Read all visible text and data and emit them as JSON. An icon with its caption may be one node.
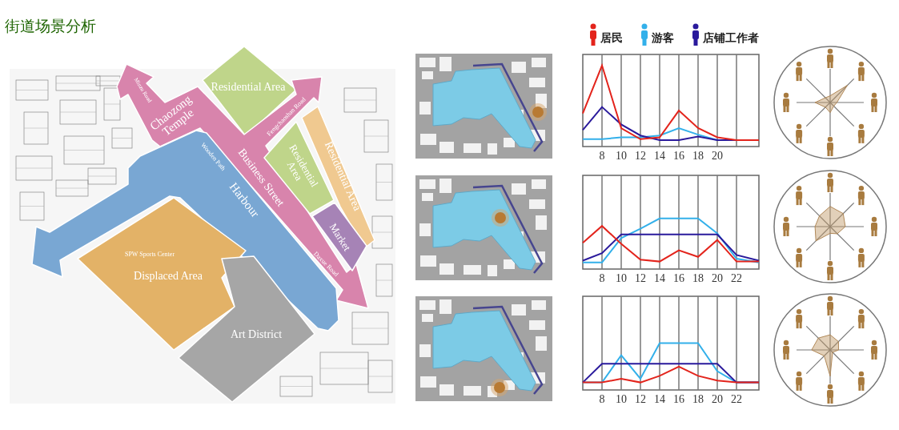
{
  "diagram": {
    "title": "街道场景分析",
    "nodes": [
      {
        "text": [
          "Residential Area"
        ]
      },
      {
        "text": [
          "Chaozong Temple",
          "Minzu Road",
          "Fengchaoshan Road",
          "Business Street",
          "Daxue Road"
        ]
      },
      {
        "text": [
          "Residential Area"
        ]
      },
      {
        "text": [
          "Residential Area"
        ]
      },
      {
        "text": [
          "Wooden Path",
          "Harbour"
        ]
      },
      {
        "text": [
          "Market"
        ]
      },
      {
        "text": [
          "SPW Sports Center",
          "Displaced Area"
        ]
      },
      {
        "text": [
          "Art District"
        ]
      }
    ],
    "labels": [
      "8",
      "10",
      "12",
      "14",
      "16",
      "18",
      "20",
      "8",
      "10",
      "12",
      "14",
      "16",
      "18",
      "20",
      "22",
      "8",
      "10",
      "12",
      "14",
      "16",
      "18",
      "20",
      "22"
    ],
    "legend": [
      {
        "text": "居民",
        "color": "#e3241c"
      },
      {
        "text": "游客",
        "color": "#33b0ea"
      },
      {
        "text": "店铺工作者",
        "color": "#2a1a9c"
      }
    ]
  }
}
